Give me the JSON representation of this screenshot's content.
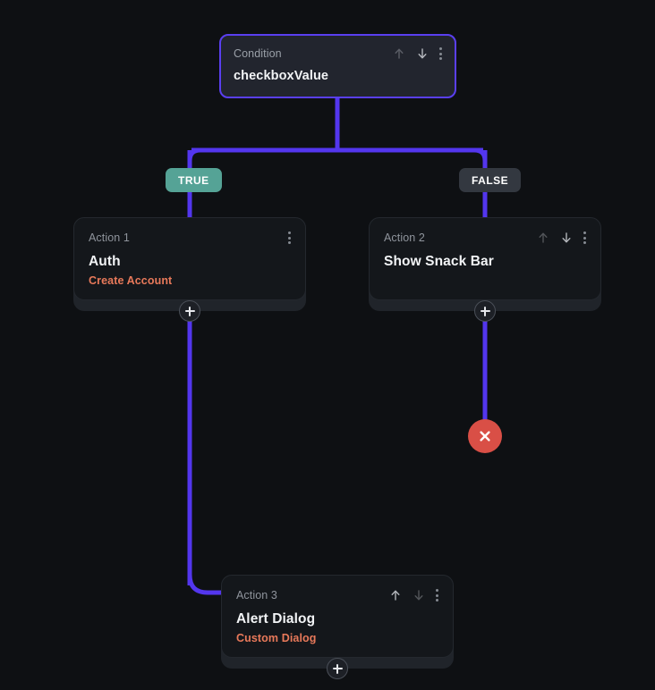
{
  "canvas": {
    "background": "#0e1013",
    "wire_color": "#5336ee"
  },
  "nodes": [
    {
      "id": "condition",
      "kicker": "Condition",
      "title": "checkboxValue",
      "subtitle": "",
      "selected": true,
      "controls": {
        "move_up": "move-up-arrow",
        "move_down": "move-down-arrow",
        "menu": "kebab-menu"
      }
    },
    {
      "id": "action-1",
      "kicker": "Action 1",
      "title": "Auth",
      "subtitle": "Create Account",
      "selected": false,
      "controls": {
        "menu": "kebab-menu"
      }
    },
    {
      "id": "action-2",
      "kicker": "Action 2",
      "title": "Show Snack Bar",
      "subtitle": "",
      "selected": false,
      "controls": {
        "move_up": "move-up-arrow",
        "move_down": "move-down-arrow",
        "menu": "kebab-menu"
      }
    },
    {
      "id": "action-3",
      "kicker": "Action 3",
      "title": "Alert Dialog",
      "subtitle": "Custom Dialog",
      "selected": false,
      "controls": {
        "move_up": "move-up-arrow",
        "move_down": "move-down-arrow",
        "menu": "kebab-menu"
      }
    }
  ],
  "branches": {
    "true_label": "TRUE",
    "false_label": "FALSE",
    "true_color": "#55a396",
    "false_color": "#333840"
  },
  "add_buttons": [
    {
      "id": "add-after-action-1",
      "icon": "plus-icon"
    },
    {
      "id": "add-after-action-2",
      "icon": "plus-icon"
    },
    {
      "id": "add-after-action-3",
      "icon": "plus-icon"
    }
  ],
  "terminator": {
    "id": "flow-end",
    "icon": "close-x-icon",
    "color": "#d94f46"
  }
}
